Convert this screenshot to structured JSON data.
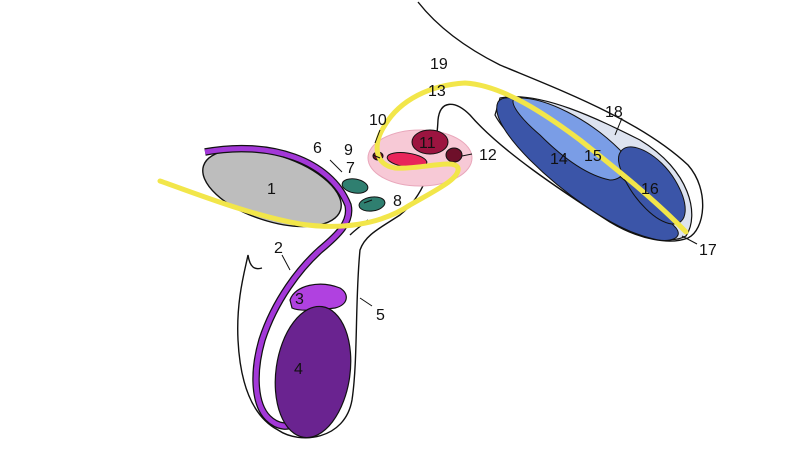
{
  "diagram": {
    "labels": [
      "1",
      "2",
      "3",
      "4",
      "5",
      "6",
      "7",
      "8",
      "9",
      "10",
      "11",
      "12",
      "13",
      "14",
      "15",
      "16",
      "17",
      "18",
      "19"
    ]
  },
  "colors": {
    "outline": "#111111",
    "grey_organ": "#bdbdbd",
    "purple_duct": "#a338d8",
    "purple_cap": "#b041e0",
    "purple_dark": "#6a2390",
    "teal": "#2f7f70",
    "pink_halo": "#f7c9d6",
    "red_dark": "#9c1440",
    "red_bright": "#e8255a",
    "maroon": "#6e0f2a",
    "blue_halo": "#dde3f0",
    "blue_light": "#7a9de6",
    "blue_dark": "#3b55a8",
    "yellow_line": "#f2e64a"
  }
}
